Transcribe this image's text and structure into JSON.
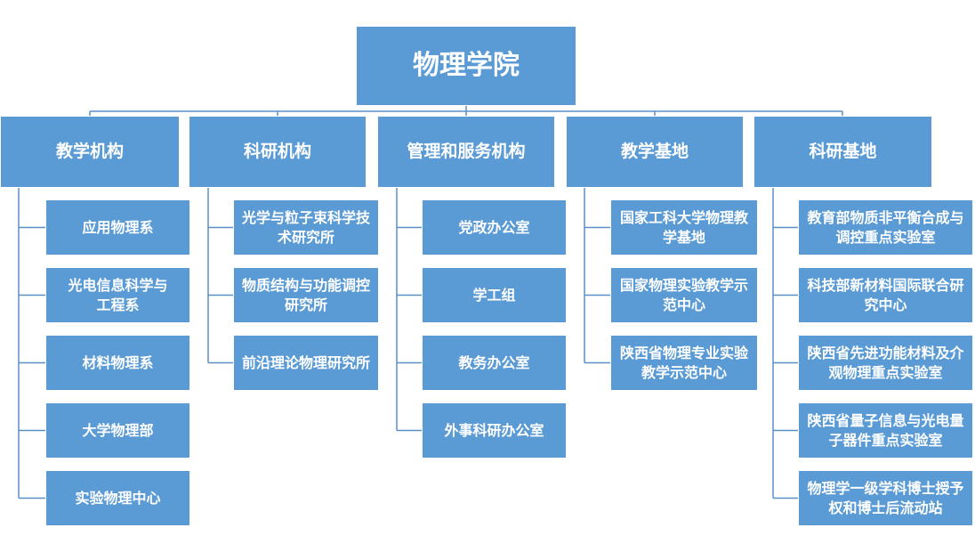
{
  "root": "物理学院",
  "categories": [
    {
      "label": "教学机构",
      "items": [
        "应用物理系",
        "光电信息科学与工程系",
        "材料物理系",
        "大学物理部",
        "实验物理中心"
      ]
    },
    {
      "label": "科研机构",
      "items": [
        "光学与粒子束科学技术研究所",
        "物质结构与功能调控研究所",
        "前沿理论物理研究所"
      ]
    },
    {
      "label": "管理和服务机构",
      "items": [
        "党政办公室",
        "学工组",
        "教务办公室",
        "外事科研办公室"
      ]
    },
    {
      "label": "教学基地",
      "items": [
        "国家工科大学物理教学基地",
        "国家物理实验教学示范中心",
        "陕西省物理专业实验教学示范中心"
      ]
    },
    {
      "label": "科研基地",
      "items": [
        "教育部物质非平衡合成与调控重点实验室",
        "科技部新材料国际联合研究中心",
        "陕西省先进功能材料及介观物理重点实验室",
        "陕西省量子信息与光电量子器件重点实验室",
        "物理学一级学科博士授予权和博士后流动站"
      ]
    }
  ],
  "colors": {
    "box": "#5b9bd5",
    "line": "#5b8fc8",
    "text": "#ffffff"
  }
}
